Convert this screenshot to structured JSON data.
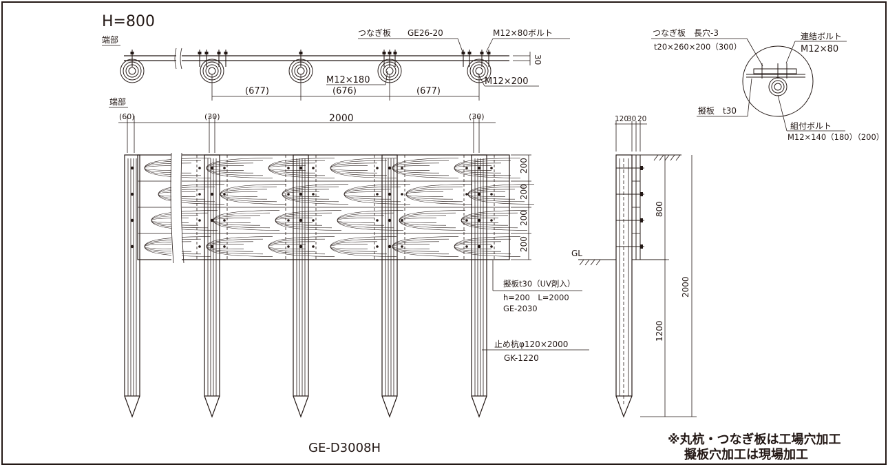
{
  "title_height": "H=800",
  "model_code": "GE-D3008H",
  "top_view": {
    "end_label": "端部",
    "joint_plate_label": "つなぎ板",
    "joint_plate_code": "GE26-20",
    "bolt_80": "M12×80ボルト",
    "thickness_30": "30",
    "bolt_180": "M12×180",
    "bolt_200": "M12×200",
    "spacings": [
      "(677)",
      "(676)",
      "(677)"
    ]
  },
  "front_view": {
    "end_label": "端部",
    "offset_left": "(60)",
    "offset_mid": "(30)",
    "offset_right": "(30)",
    "span": "2000",
    "board_heights": [
      "200",
      "200",
      "200",
      "200"
    ],
    "board_label_line1": "擬板t30（UV剤入）",
    "board_label_line2": "h=200　L=2000",
    "board_label_line3": "GE-2030",
    "pile_label_line1": "止め杭φ120×2000",
    "pile_label_line2": "GK-1220"
  },
  "detail": {
    "joint_plate_line1": "つなぎ板　長穴-3",
    "joint_plate_line2": "t20×260×200（300）",
    "connect_bolt_line1": "連結ボルト",
    "connect_bolt_line2": "M12×80",
    "board_label": "擬板　t30",
    "assembly_bolt_line1": "組付ボルト",
    "assembly_bolt_line2": "M12×140（180）（200）"
  },
  "side_view": {
    "dims_top": [
      "120",
      "30",
      "20"
    ],
    "gl_label": "GL",
    "height_800": "800",
    "height_1200": "1200",
    "height_2000": "2000"
  },
  "notes": {
    "line1": "※丸杭・つなぎ板は工場穴加工",
    "line2": "擬板穴加工は現場加工"
  },
  "colors": {
    "ink": "#231815",
    "background": "#ffffff"
  }
}
